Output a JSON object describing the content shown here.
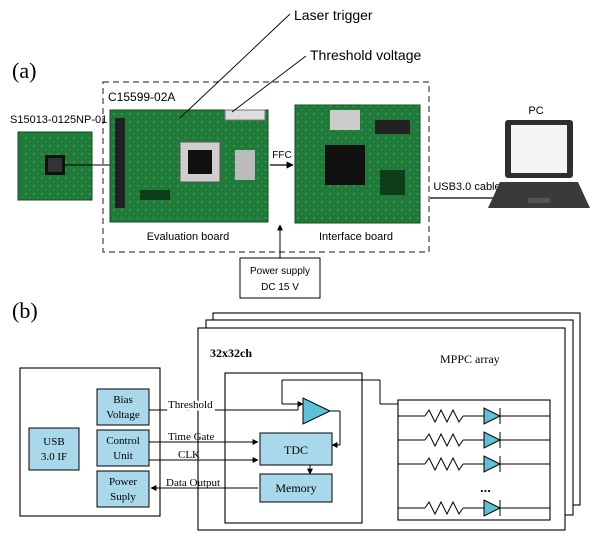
{
  "panel_a": {
    "label": "(a)",
    "sensor_label": "S15013-0125NP-01",
    "module_label": "C15599-02A",
    "laser_trigger": "Laser trigger",
    "threshold_voltage": "Threshold voltage",
    "ffc_label": "FFC",
    "evaluation_board": "Evaluation board",
    "interface_board": "Interface board",
    "usb_cable": "USB3.0 cable",
    "pc_label": "PC",
    "power_line1": "Power supply",
    "power_line2": "DC 15 V"
  },
  "panel_b": {
    "label": "(b)",
    "usb_line1": "USB",
    "usb_line2": "3.0 IF",
    "bias_line1": "Bias",
    "bias_line2": "Voltage",
    "control_line1": "Control",
    "control_line2": "Unit",
    "power_line1": "Power",
    "power_line2": "Suply",
    "channels": "32x32ch",
    "mppc_array": "MPPC array",
    "threshold": "Threshold",
    "time_gate": "Time Gate",
    "clk": "CLK",
    "data_output": "Data Output",
    "tdc": "TDC",
    "memory": "Memory",
    "ellipsis": "..."
  },
  "colors": {
    "block_fill": "#a8d8ea",
    "pcb_green": "#1f7a3a",
    "laptop": "#3a3a3a"
  }
}
